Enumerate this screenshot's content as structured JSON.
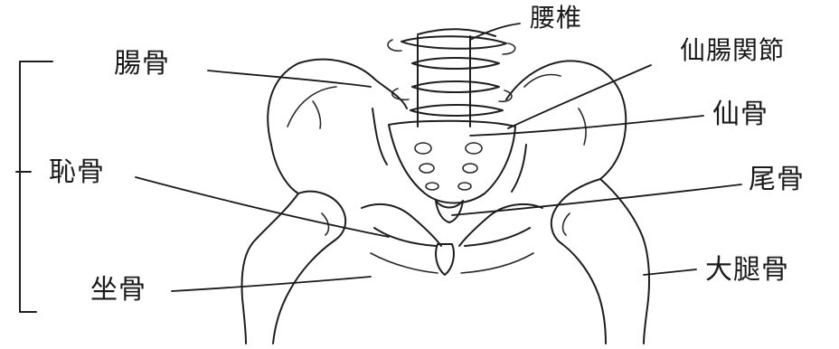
{
  "labels": {
    "lumbar": "腰椎",
    "ilium": "腸骨",
    "sacroiliac_joint": "仙腸関節",
    "sacrum": "仙骨",
    "pubis": "恥骨",
    "coccyx": "尾骨",
    "ischium": "坐骨",
    "femur": "大腿骨"
  }
}
